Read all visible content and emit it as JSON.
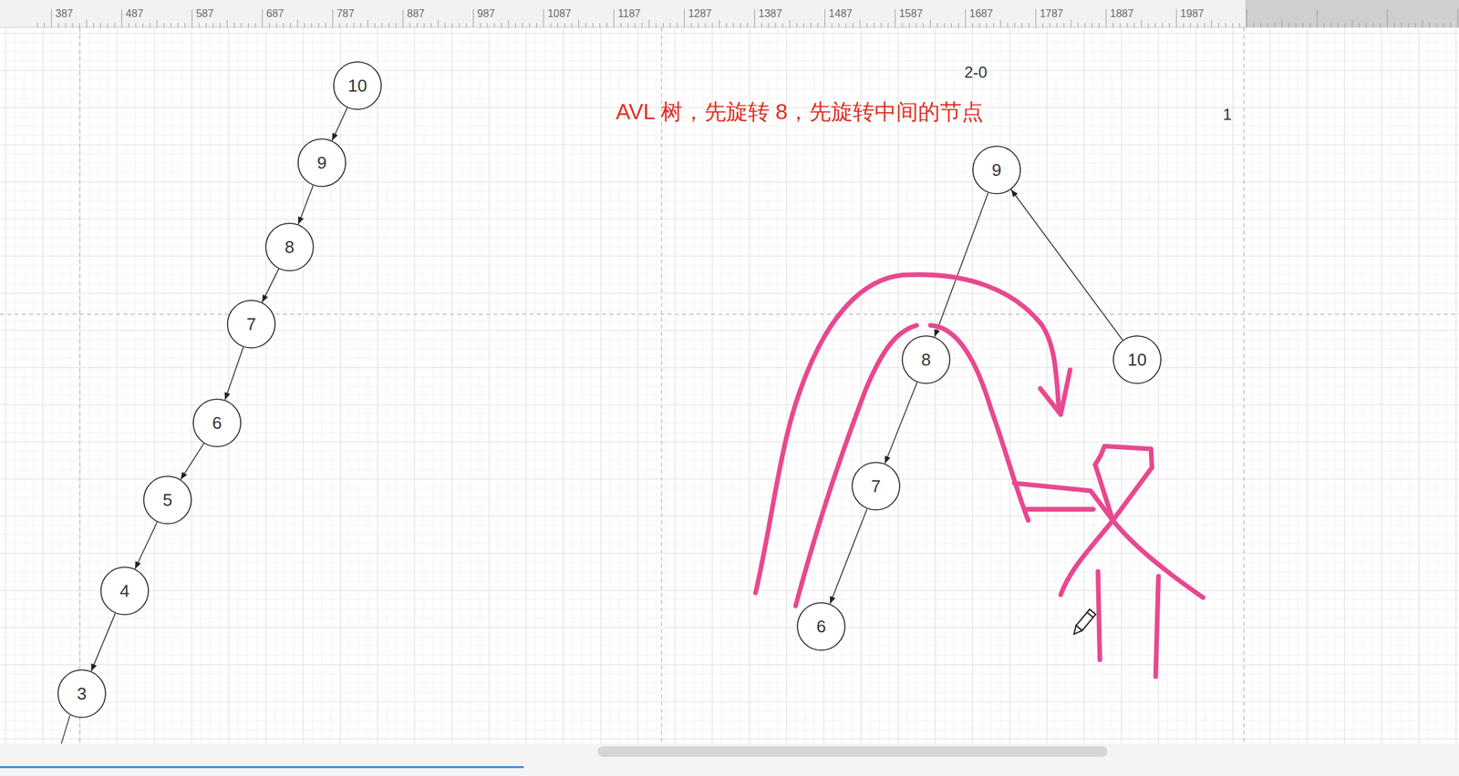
{
  "diagram": {
    "nodes": [
      {
        "text": [
          "10"
        ]
      },
      {
        "text": [
          "9"
        ]
      },
      {
        "text": [
          "8"
        ]
      },
      {
        "text": [
          "7"
        ]
      },
      {
        "text": [
          "6"
        ]
      },
      {
        "text": [
          "5"
        ]
      },
      {
        "text": [
          "4"
        ]
      },
      {
        "text": [
          "3"
        ]
      },
      {
        "text": [
          "9"
        ]
      },
      {
        "text": [
          "8"
        ]
      },
      {
        "text": [
          "10"
        ]
      },
      {
        "text": [
          "7"
        ]
      },
      {
        "text": [
          "6"
        ]
      }
    ],
    "edges": [
      {
        "from": 0,
        "to": 1,
        "arrow": "to"
      },
      {
        "from": 1,
        "to": 2,
        "arrow": "to"
      },
      {
        "from": 2,
        "to": 3,
        "arrow": "to"
      },
      {
        "from": 3,
        "to": 4,
        "arrow": "to"
      },
      {
        "from": 4,
        "to": 5,
        "arrow": "to"
      },
      {
        "from": 5,
        "to": 6,
        "arrow": "to"
      },
      {
        "from": 6,
        "to": 7,
        "arrow": "to"
      },
      {
        "from": 8,
        "to": 9,
        "arrow": "to"
      },
      {
        "from": 10,
        "to": 8,
        "arrow": "to"
      },
      {
        "from": 9,
        "to": 11,
        "arrow": "to"
      },
      {
        "from": 11,
        "to": 12,
        "arrow": "to"
      }
    ],
    "labels": [
      "AVL 树，先旋转 8，先旋转中间的节点",
      "2-0",
      "1",
      "387",
      "487",
      "587",
      "687",
      "787",
      "887",
      "987",
      "1087",
      "1187",
      "1287",
      "1387",
      "1487",
      "1587",
      "1687",
      "1787",
      "1887",
      "1987"
    ]
  }
}
